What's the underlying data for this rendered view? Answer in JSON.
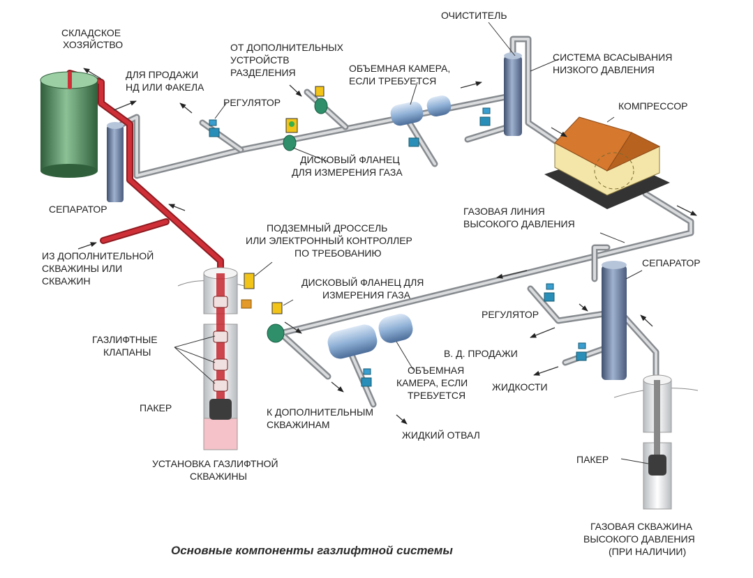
{
  "caption": "Основные компоненты газлифтной системы",
  "labels": {
    "storage_1": "СКЛАДСКОЕ",
    "storage_2": "ХОЗЯЙСТВО",
    "sale_1": "ДЛЯ ПРОДАЖИ",
    "sale_2": "НД ИЛИ ФАКЕЛА",
    "regulator_top": "РЕГУЛЯТОР",
    "sep_sources_1": "ОТ ДОПОЛНИТЕЛЬНЫХ",
    "sep_sources_2": "УСТРОЙСТВ",
    "sep_sources_3": "РАЗДЕЛЕНИЯ",
    "volume_top_1": "ОБЪЕМНАЯ КАМЕРА,",
    "volume_top_2": "ЕСЛИ ТРЕБУЕТСЯ",
    "purifier": "ОЧИСТИТЕЛЬ",
    "lowp_1": "СИСТЕМА ВСАСЫВАНИЯ",
    "lowp_2": "НИЗКОГО ДАВЛЕНИЯ",
    "compressor": "КОМПРЕССОР",
    "orifice_top_1": "ДИСКОВЫЙ ФЛАНЕЦ",
    "orifice_top_2": "ДЛЯ ИЗМЕРЕНИЯ ГАЗА",
    "separator_left": "СЕПАРАТОР",
    "hp_line_1": "ГАЗОВАЯ ЛИНИЯ",
    "hp_line_2": "ВЫСОКОГО ДАВЛЕНИЯ",
    "add_well_1": "ИЗ ДОПОЛНИТЕЛЬНОЙ",
    "add_well_2": "СКВАЖИНЫ ИЛИ",
    "add_well_3": "СКВАЖИН",
    "choke_1": "ПОДЗЕМНЫЙ ДРОССЕЛЬ",
    "choke_2": "ИЛИ ЭЛЕКТРОННЫЙ КОНТРОЛЛЕР",
    "choke_3": "ПО ТРЕБОВАНИЮ",
    "separator_right": "СЕПАРАТОР",
    "orifice_bot_1": "ДИСКОВЫЙ ФЛАНЕЦ ДЛЯ",
    "orifice_bot_2": "ИЗМЕРЕНИЯ ГАЗА",
    "regulator_bot": "РЕГУЛЯТОР",
    "valves_1": "ГАЗЛИФТНЫЕ",
    "valves_2": "КЛАПАНЫ",
    "hp_sale": "В. Д. ПРОДАЖИ",
    "volume_bot_1": "ОБЪЕМНАЯ",
    "volume_bot_2": "КАМЕРА, ЕСЛИ",
    "volume_bot_3": "ТРЕБУЕТСЯ",
    "liquids": "ЖИДКОСТИ",
    "packer_left": "ПАКЕР",
    "to_wells_1": "К ДОПОЛНИТЕЛЬНЫМ",
    "to_wells_2": "СКВАЖИНАМ",
    "liquid_dump": "ЖИДКИЙ ОТВАЛ",
    "packer_right": "ПАКЕР",
    "gl_well_1": "УСТАНОВКА ГАЗЛИФТНОЙ",
    "gl_well_2": "СКВАЖИНЫ",
    "gas_well_1": "ГАЗОВАЯ СКВАЖИНА",
    "gas_well_2": "ВЫСОКОГО ДАВЛЕНИЯ",
    "gas_well_3": "(ПРИ НАЛИЧИИ)"
  },
  "colors": {
    "pipe": "#9a9ea2",
    "pipe_light": "#d4d6d8",
    "red_pipe": "#c4262e",
    "tank": "#4f8a5c",
    "vessel": "#6f83a6",
    "roof": "#d6782e",
    "house": "#f5e9b0",
    "valve_body": "#2e8f6a",
    "valve_box": "#f2c318",
    "instrument": "#2a8fb8"
  },
  "icons": {
    "storage": "storage-tank-icon",
    "separator": "separator-vessel-icon",
    "purifier": "scrubber-vessel-icon",
    "compressor": "compressor-house-icon",
    "volume": "volume-chamber-icon",
    "orifice": "orifice-meter-icon",
    "regulator": "regulator-valve-icon",
    "well": "wellbore-icon"
  }
}
